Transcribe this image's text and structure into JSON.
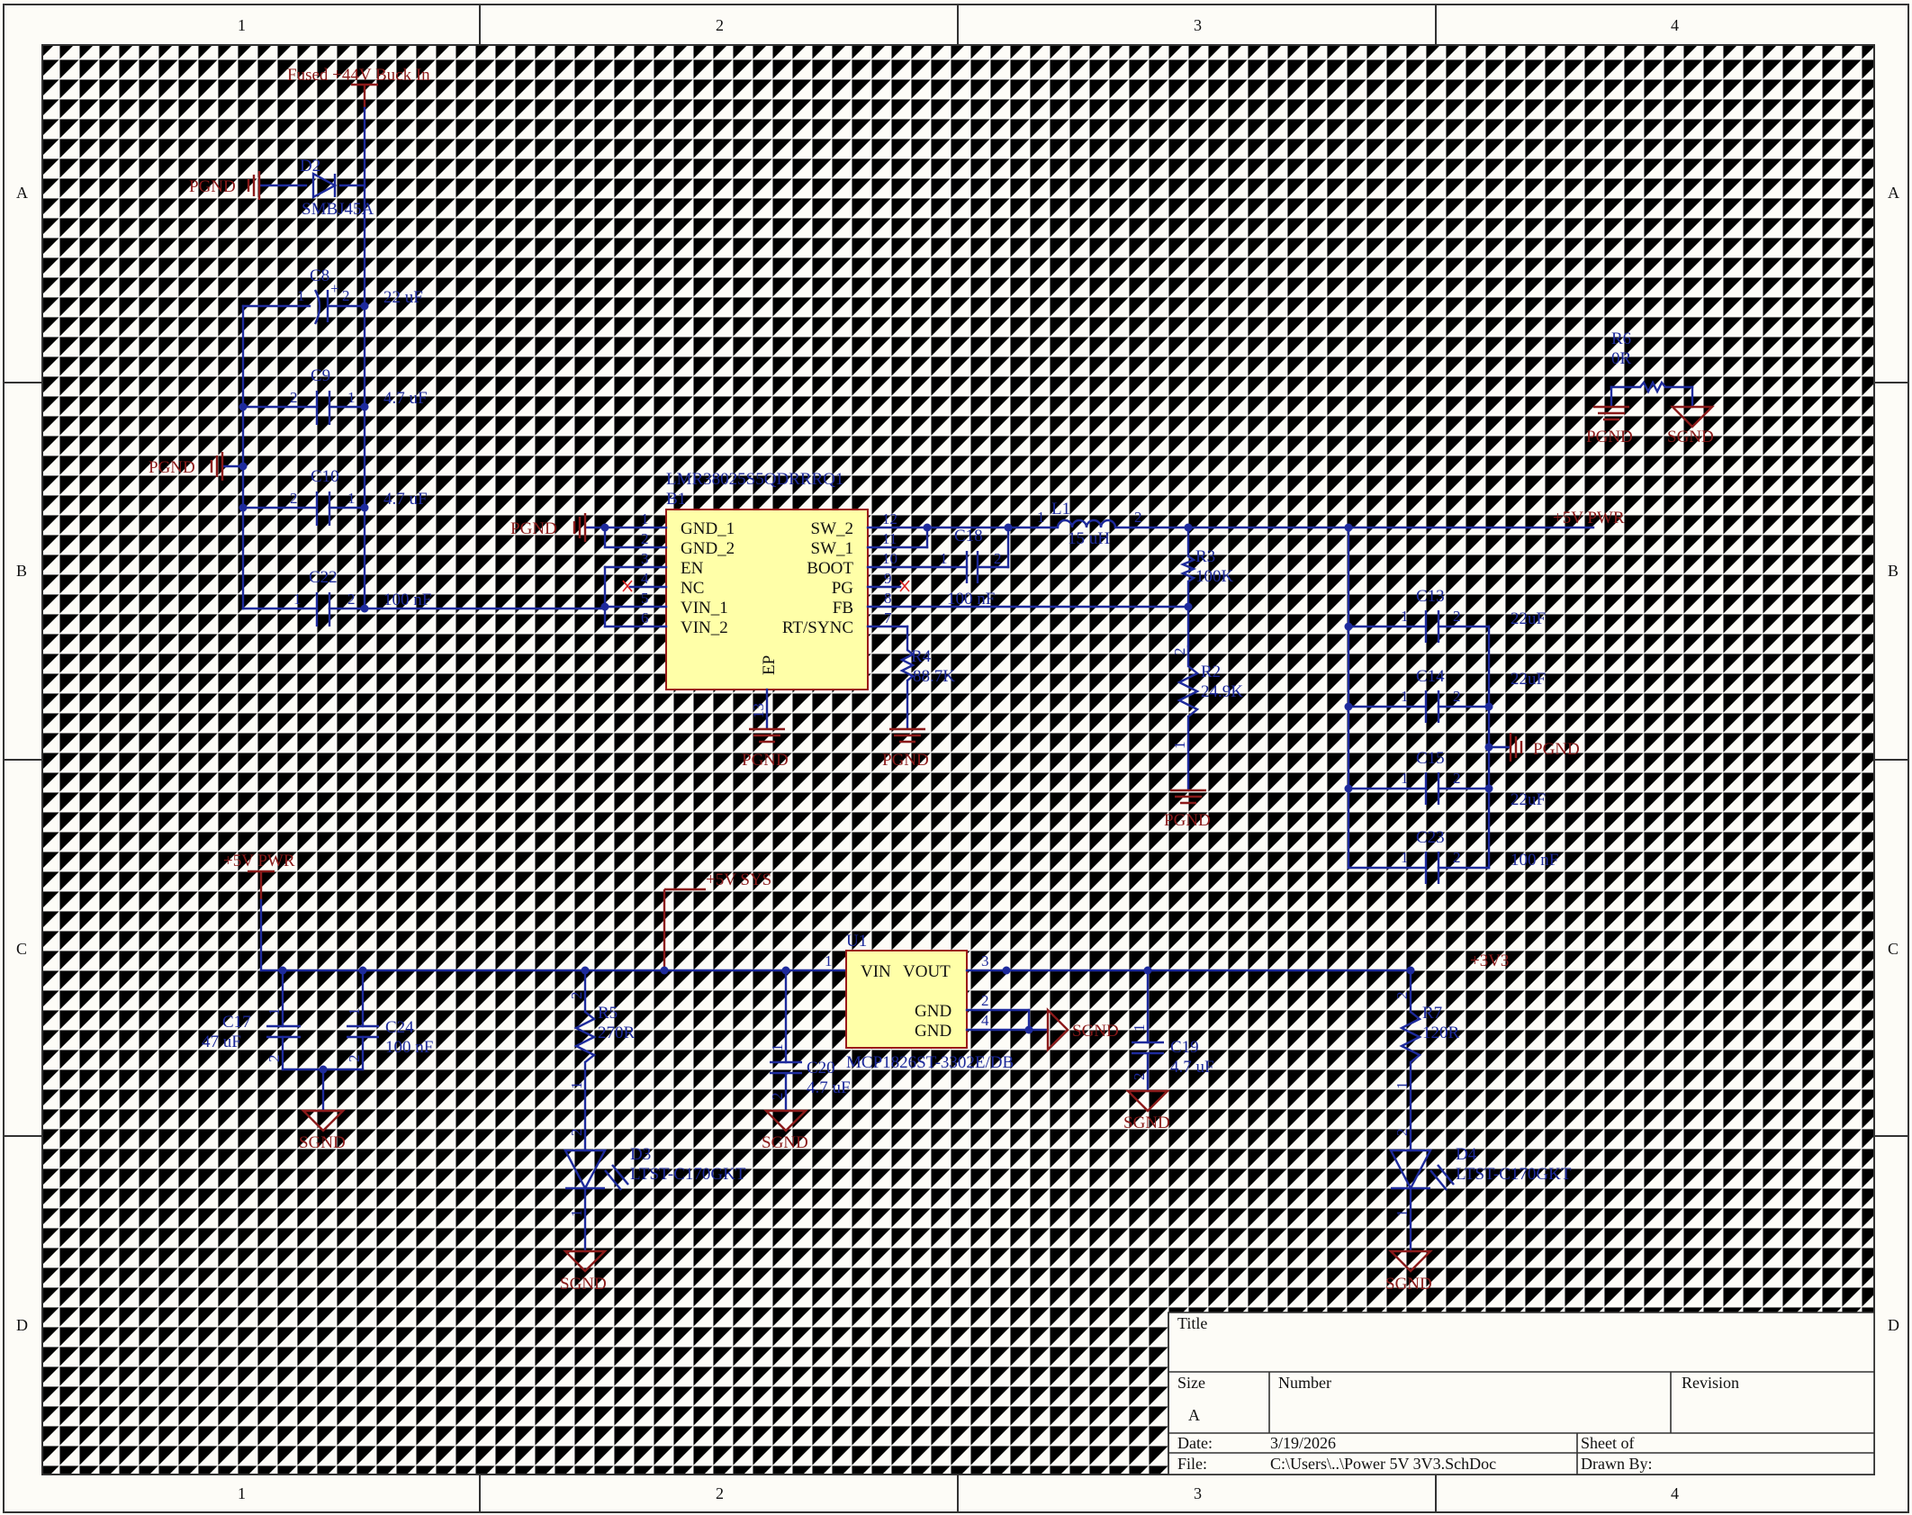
{
  "frame": {
    "columns": [
      "1",
      "2",
      "3",
      "4"
    ],
    "rows": [
      "A",
      "B",
      "C",
      "D"
    ]
  },
  "nets": {
    "fused_in": "Fused +44V Buck In",
    "pgnd": "PGND",
    "sgnd": "SGND",
    "v5_pwr": "+5V PWR",
    "v5_sys": "+5V SYS",
    "v3v3": "+3V3"
  },
  "components": {
    "d2": {
      "ref": "D2",
      "value": "SMBJ45A"
    },
    "c8": {
      "ref": "C8",
      "value": "22 uF"
    },
    "c9": {
      "ref": "C9",
      "value": "4.7 uF"
    },
    "c10": {
      "ref": "C10",
      "value": "4.7 uF"
    },
    "c22": {
      "ref": "C22",
      "value": "100 nF"
    },
    "b1": {
      "ref": "B1",
      "value": "LMR38025S5QDRRRQ1",
      "left_pins": [
        {
          "num": "1",
          "name": "GND_1"
        },
        {
          "num": "2",
          "name": "GND_2"
        },
        {
          "num": "3",
          "name": "EN"
        },
        {
          "num": "4",
          "name": "NC"
        },
        {
          "num": "5",
          "name": "VIN_1"
        },
        {
          "num": "6",
          "name": "VIN_2"
        }
      ],
      "right_pins": [
        {
          "num": "12",
          "name": "SW_2"
        },
        {
          "num": "11",
          "name": "SW_1"
        },
        {
          "num": "10",
          "name": "BOOT"
        },
        {
          "num": "9",
          "name": "PG"
        },
        {
          "num": "8",
          "name": "FB"
        },
        {
          "num": "7",
          "name": "RT/SYNC"
        }
      ],
      "ep_pin": "EP",
      "ep_num": "13"
    },
    "c18": {
      "ref": "C18",
      "value": "100 nF"
    },
    "l1": {
      "ref": "L1",
      "value": "15 uH"
    },
    "r3": {
      "ref": "R3",
      "value": "100K"
    },
    "r2": {
      "ref": "R2",
      "value": "24.9K"
    },
    "r4": {
      "ref": "R4",
      "value": "88.7K"
    },
    "c13": {
      "ref": "C13",
      "value": "22uF"
    },
    "c14": {
      "ref": "C14",
      "value": "22uF"
    },
    "c15": {
      "ref": "C15",
      "value": "22uF"
    },
    "c23": {
      "ref": "C23",
      "value": "100 nF"
    },
    "r6": {
      "ref": "R6",
      "value": "0R"
    },
    "c17": {
      "ref": "C17",
      "value": "47 uF"
    },
    "c24": {
      "ref": "C24",
      "value": "100 nF"
    },
    "r5": {
      "ref": "R5",
      "value": "270R"
    },
    "d3": {
      "ref": "D3",
      "value": "LTST-C170GKT"
    },
    "c20": {
      "ref": "C20",
      "value": "4.7 uF"
    },
    "u1": {
      "ref": "U1",
      "value": "MCP1826ST-3302E/DB",
      "pin_vin": "VIN",
      "pin_vout": "VOUT",
      "pin_gnd": "GND"
    },
    "c19": {
      "ref": "C19",
      "value": "4.7 uF"
    },
    "r7": {
      "ref": "R7",
      "value": "120R"
    },
    "d4": {
      "ref": "D4",
      "value": "LTST-C170GKT"
    }
  },
  "title_block": {
    "title_label": "Title",
    "size_label": "Size",
    "size_value": "A",
    "number_label": "Number",
    "revision_label": "Revision",
    "date_label": "Date:",
    "date_value": "3/19/2026",
    "sheet_label": "Sheet   of",
    "file_label": "File:",
    "file_value": "C:\\Users\\..\\Power 5V 3V3.SchDoc",
    "drawn_label": "Drawn By:"
  }
}
